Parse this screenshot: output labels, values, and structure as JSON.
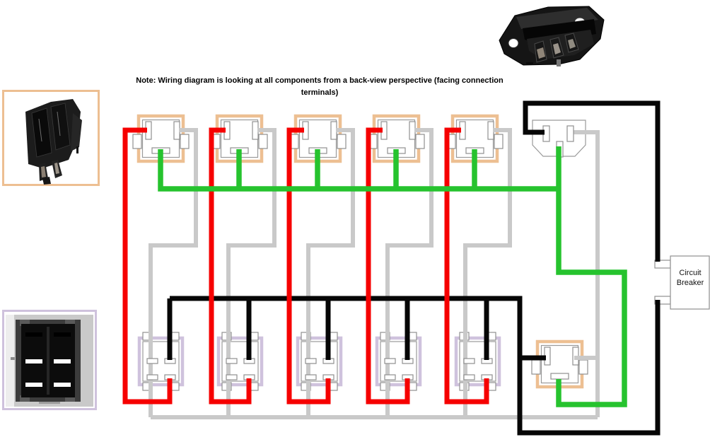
{
  "note": {
    "text": "Note: Wiring diagram is looking at all components from a back-view perspective (facing connection terminals)"
  },
  "circuit_breaker": {
    "label": "Circuit Breaker"
  },
  "colors": {
    "red_wire": "#f60000",
    "green_wire": "#26c32e",
    "black_wire": "#060606",
    "gray_wire": "#c9c9c9",
    "orange_frame": "#edbf92",
    "lavender_frame": "#cfc2dd"
  },
  "components": {
    "top_row_switch": "rocker switch symbol (back view)",
    "top_row_count": 5,
    "bottom_row_switch": "double rocker switch symbol (back view)",
    "bottom_row_count": 5,
    "main_switch": "main power rocker switch symbol (back view)",
    "power_inlet": "IEC C14 power inlet (back view)",
    "photos": [
      "rocker switch photo",
      "IEC inlet photo",
      "double rocker switch photo"
    ]
  }
}
